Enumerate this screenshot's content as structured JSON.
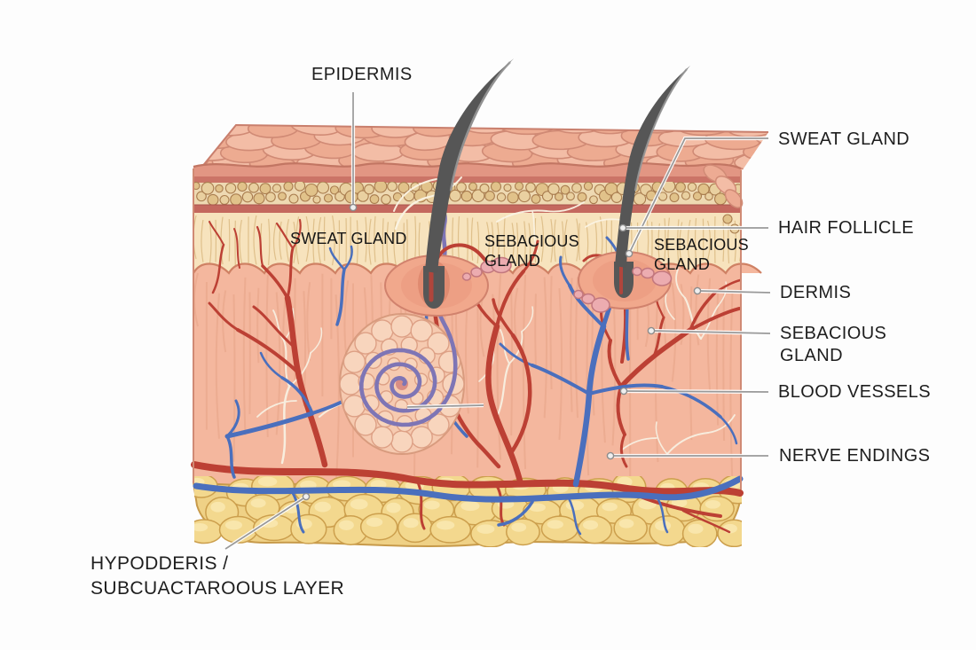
{
  "diagram": {
    "subject": "Human skin cross-section anatomy illustration",
    "top_callout": {
      "label": "EPIDERMIS"
    },
    "bottom_callout": {
      "line1": "HYPODDERIS /",
      "line2": "SUBCUACTAROOUS LAYER"
    },
    "right_callouts": [
      {
        "label": "SWEAT GLAND"
      },
      {
        "label": "HAIR FOLLICLE"
      },
      {
        "label": "DERMIS"
      },
      {
        "line1": "SEBACIOUS",
        "line2": "GLAND"
      },
      {
        "label": "BLOOD VESSELS"
      },
      {
        "label": "NERVE ENDINGS"
      }
    ],
    "inner_labels": [
      {
        "label": "SWEAT GLAND"
      },
      {
        "line1": "SEBACIOUS",
        "line2": "GLAND"
      },
      {
        "line1": "SEBACIOUS",
        "line2": "GLAND"
      }
    ],
    "colors": {
      "epidermis_salmon": "#efb096",
      "dermis_pink": "#f4b79e",
      "subcutis_fat_yellow": "#f3d88e",
      "artery_red": "#bc4034",
      "vein_blue": "#4a6fbd",
      "nerve_cream": "#f8f0e2",
      "sweat_duct_purple": "#7e75b5",
      "hair_gray": "#565656",
      "leader_line_gray": "#999999"
    }
  }
}
